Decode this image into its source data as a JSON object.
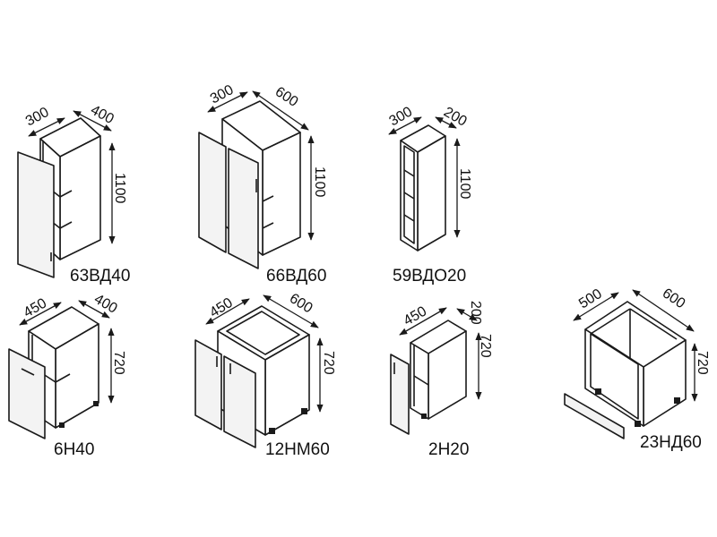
{
  "cabinets": [
    {
      "code": "63ВД40",
      "depth": "300",
      "width": "400",
      "height": "1100"
    },
    {
      "code": "66ВД60",
      "depth": "300",
      "width": "600",
      "height": "1100"
    },
    {
      "code": "59ВДО20",
      "depth": "300",
      "width": "200",
      "height": "1100"
    },
    {
      "code": "6Н40",
      "depth": "450",
      "width": "400",
      "height": "720"
    },
    {
      "code": "12НМ60",
      "depth": "450",
      "width": "600",
      "height": "720"
    },
    {
      "code": "2Н20",
      "depth": "450",
      "width": "200",
      "height": "720"
    },
    {
      "code": "23НД60",
      "depth": "500",
      "width": "600",
      "height": "720"
    }
  ],
  "colors": {
    "line": "#1a1a1a",
    "door_fill": "#f3f3f3",
    "background": "#ffffff"
  }
}
